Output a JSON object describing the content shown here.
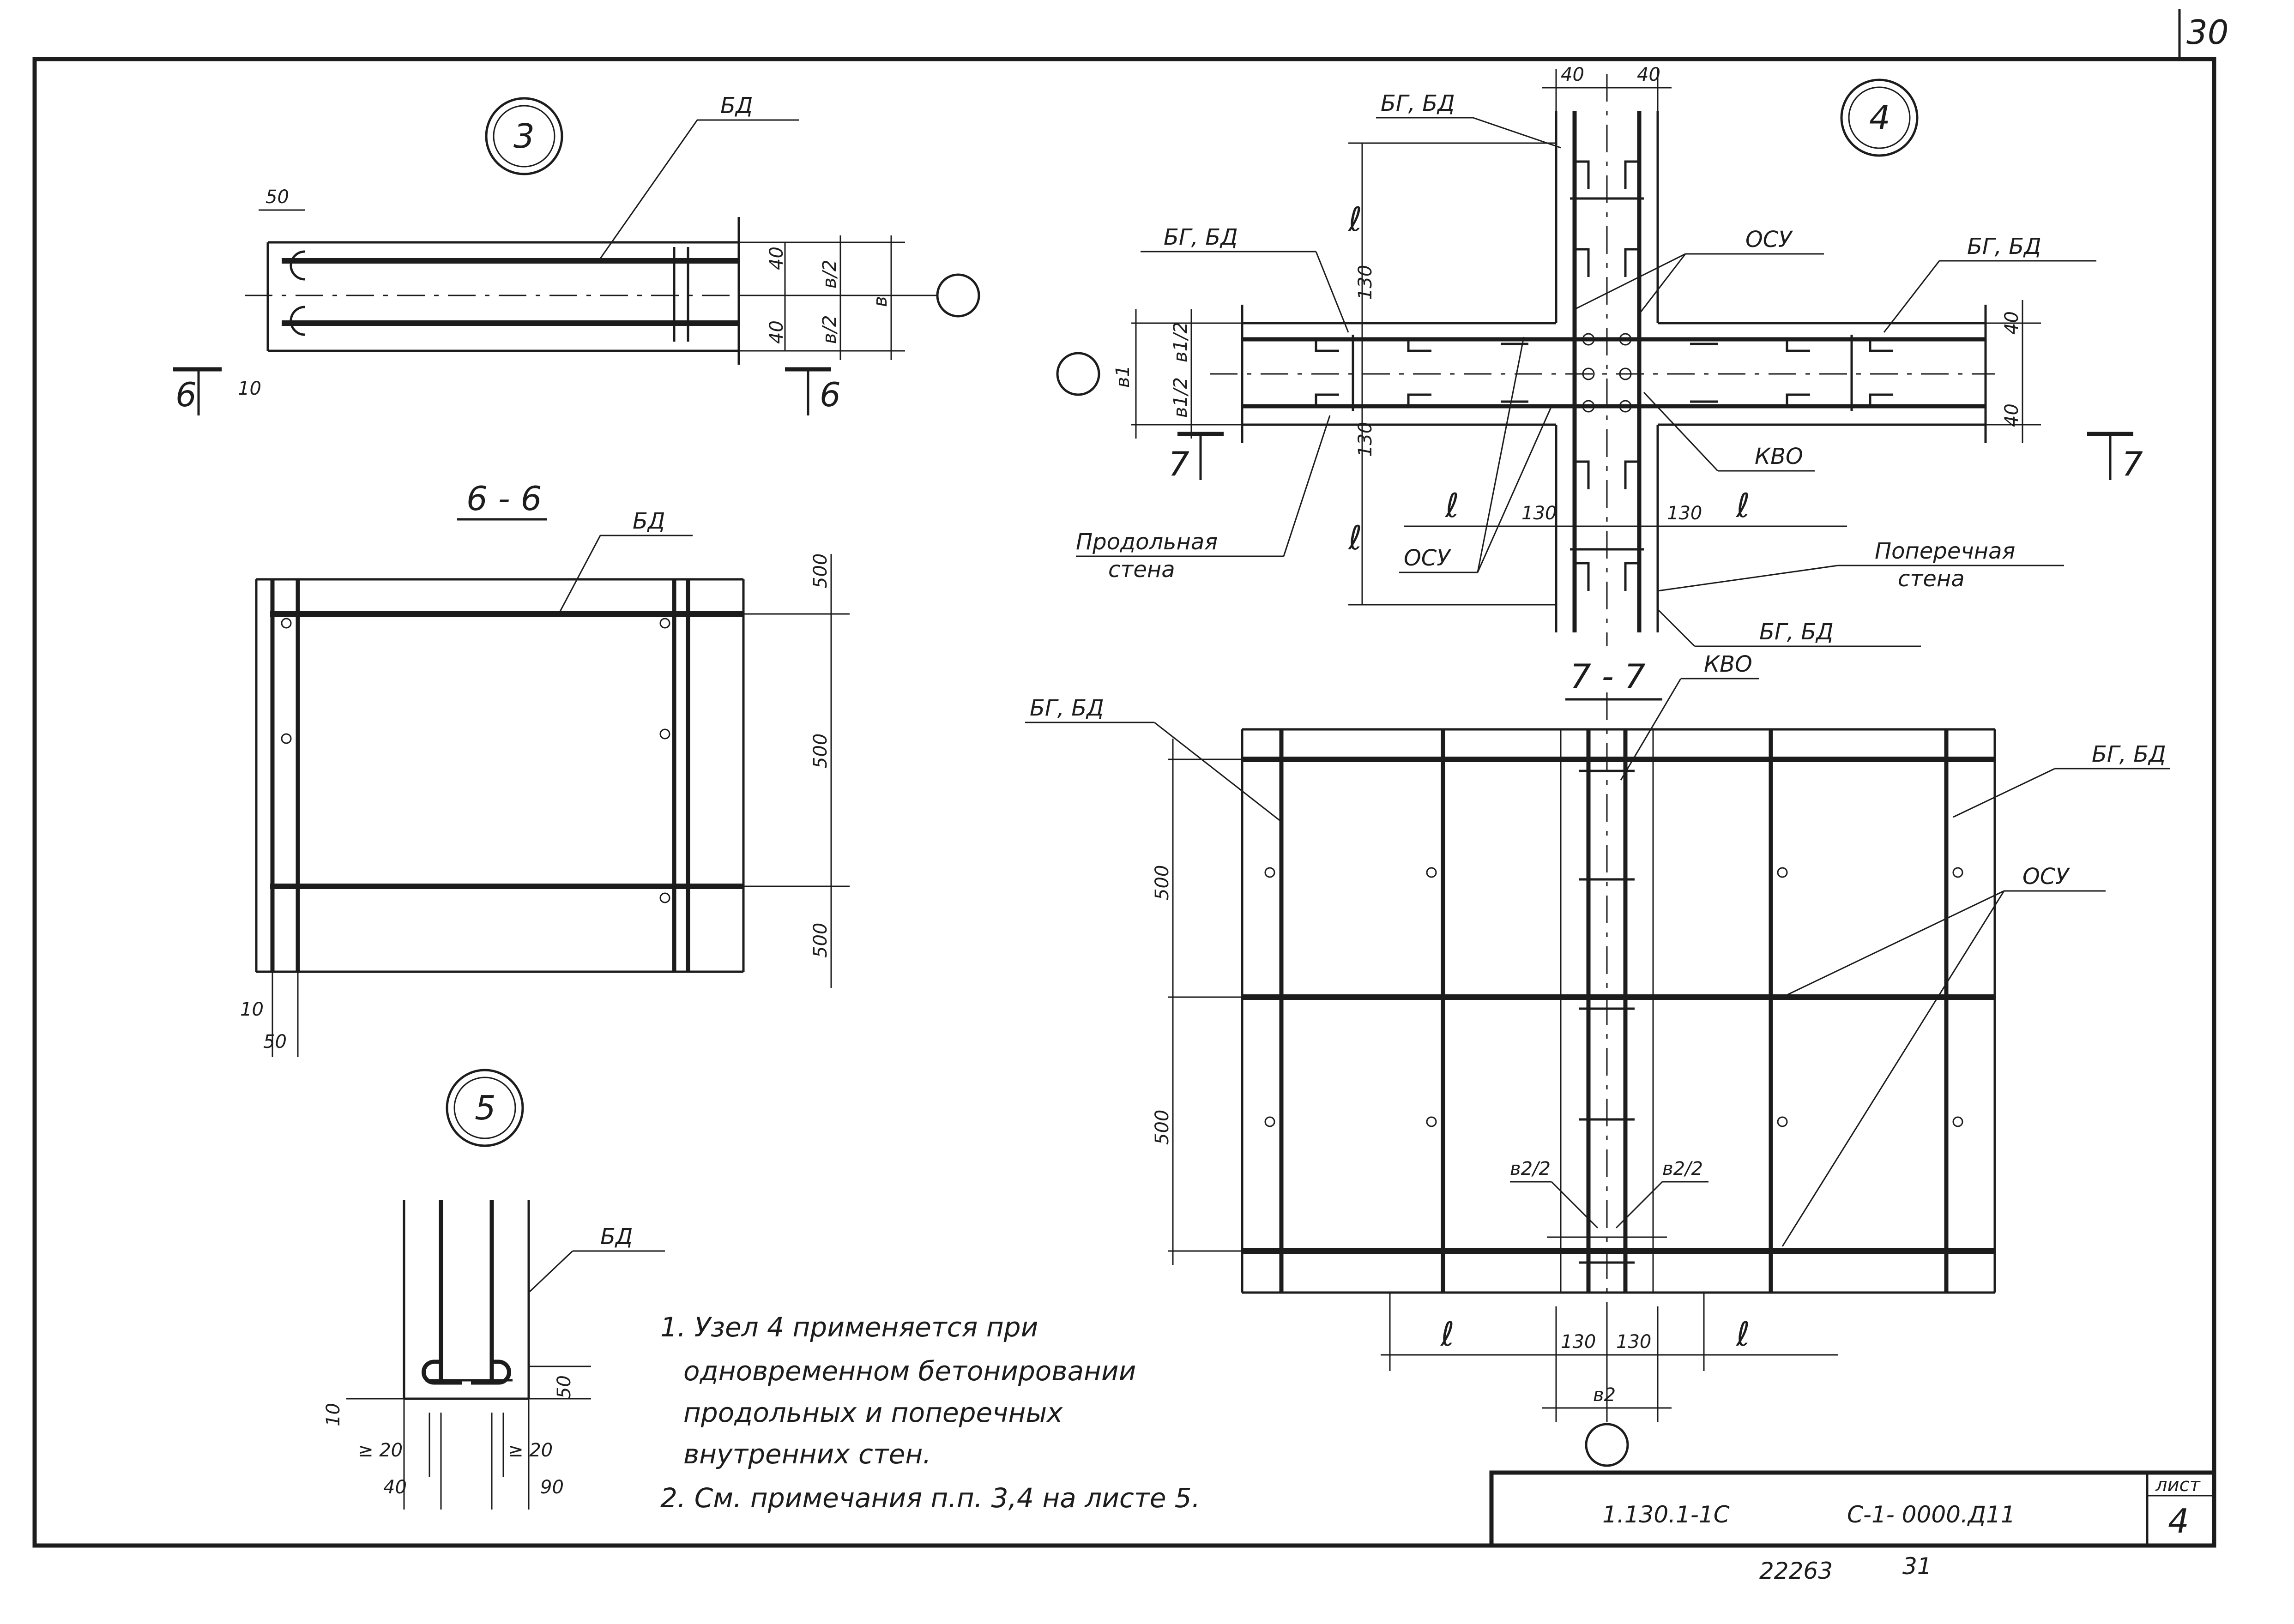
{
  "page_number": "30",
  "page_number_bottom": "31",
  "archive_number": "22263",
  "title_block": {
    "code": "1.130.1-1С",
    "series": "С-1- 0000.Д11",
    "sheet_label": "лист",
    "sheet_number": "4"
  },
  "node3": {
    "marker": "3",
    "label_bd": "БД",
    "dim_50": "50",
    "dim_40a": "40",
    "dim_40b": "40",
    "dim_v2a": "в/2",
    "dim_v2b": "в/2",
    "dim_v": "в",
    "dim_10": "10",
    "section_a": "6",
    "section_b": "6"
  },
  "section66": {
    "title": "6 - 6",
    "label_bd": "БД",
    "dim_500a": "500",
    "dim_500b": "500",
    "dim_500c": "500",
    "dim_10": "10",
    "dim_50": "50"
  },
  "node5": {
    "marker": "5",
    "label_bd": "БД",
    "dim_50": "50",
    "dim_10": "10",
    "dim_20a": "≥ 20",
    "dim_20b": "≥ 20",
    "dim_40": "40",
    "dim_90": "90"
  },
  "node4": {
    "marker": "4",
    "label_bg_bd_top": "БГ, БД",
    "label_bg_bd_left": "БГ, БД",
    "label_bg_bd_right": "БГ, БД",
    "label_bg_bd_bottom": "БГ, БД",
    "label_osu_top": "ОСУ",
    "label_osu_bottom": "ОСУ",
    "label_kvo": "КВО",
    "label_long_wall_1": "Продольная",
    "label_long_wall_2": "стена",
    "label_cross_wall_1": "Поперечная",
    "label_cross_wall_2": "стена",
    "dim_40a": "40",
    "dim_40b": "40",
    "dim_40c": "40",
    "dim_40d": "40",
    "dim_l_top": "ℓ",
    "dim_l_left": "ℓ",
    "dim_l_bl": "ℓ",
    "dim_l_br": "ℓ",
    "dim_130a": "130",
    "dim_130b": "130",
    "dim_130c": "130",
    "dim_130d": "130",
    "dim_v1": "в1",
    "dim_v12a": "в1/2",
    "dim_v12b": "в1/2",
    "section_a": "7",
    "section_b": "7"
  },
  "section77": {
    "title": "7 - 7",
    "label_kvo": "КВО",
    "label_bg_bd_left": "БГ, БД",
    "label_bg_bd_right": "БГ, БД",
    "label_osu": "ОСУ",
    "dim_500a": "500",
    "dim_500b": "500",
    "dim_v22a": "в2/2",
    "dim_v22b": "в2/2",
    "dim_l_a": "ℓ",
    "dim_l_b": "ℓ",
    "dim_130a": "130",
    "dim_130b": "130",
    "dim_v2": "в2"
  },
  "notes": [
    "1. Узел 4   применяется   при",
    "одновременном   бетонировании",
    "продольных   и  поперечных",
    "внутренних   стен.",
    "2. См.  примечания   п.п.  3,4   на  листе   5."
  ]
}
